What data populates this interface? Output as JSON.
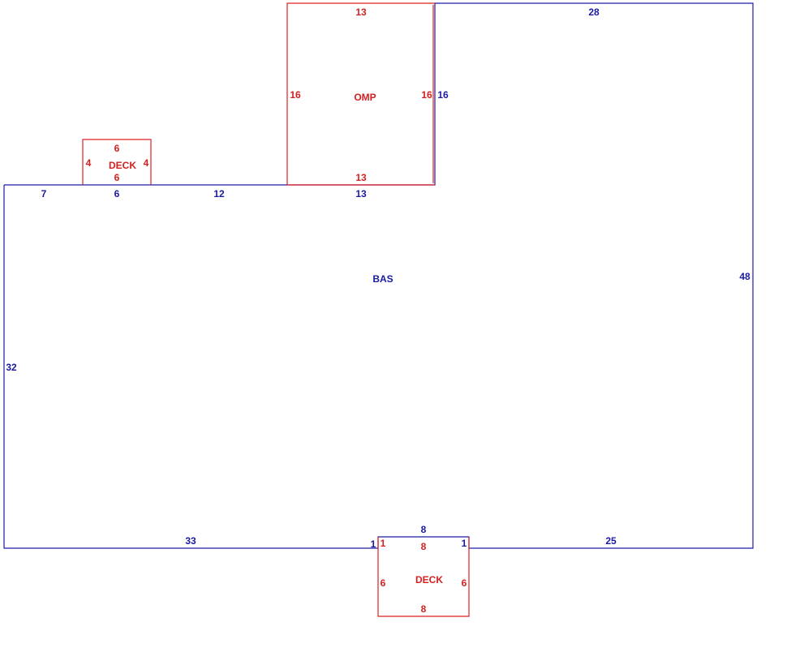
{
  "colors": {
    "main": "#1a1aa6",
    "addition": "#dd2222"
  },
  "areas": {
    "bas": {
      "label": "BAS",
      "sides": {
        "top_left": "7",
        "top_mid_left": "6",
        "top_mid": "12",
        "top_mid_right": "13",
        "right_top_step": "16",
        "top_right": "28",
        "right": "48",
        "bottom_right": "25",
        "notch_right": "1",
        "notch_bottom": "8",
        "notch_left": "1",
        "bottom_left": "33",
        "left": "32"
      }
    },
    "omp": {
      "label": "OMP",
      "sides": {
        "top": "13",
        "right": "16",
        "bottom": "13",
        "left": "16"
      }
    },
    "deck_top": {
      "label": "DECK",
      "sides": {
        "top": "6",
        "right": "4",
        "bottom": "6",
        "left": "4"
      }
    },
    "deck_bottom": {
      "label": "DECK",
      "sides": {
        "top": "8",
        "right": "6",
        "bottom": "8",
        "left": "6",
        "notch_left": "1"
      }
    }
  }
}
